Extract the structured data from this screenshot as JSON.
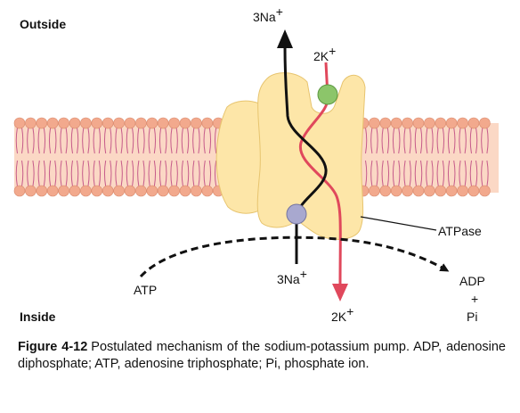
{
  "diagram": {
    "outside_label": "Outside",
    "inside_label": "Inside",
    "na_top_label": "3Na",
    "na_top_sup": "+",
    "k_top_label": "2K",
    "k_top_sup": "+",
    "na_bottom_label": "3Na",
    "na_bottom_sup": "+",
    "k_bottom_label": "2K",
    "k_bottom_sup": "+",
    "atpase_label": "ATPase",
    "atp_label": "ATP",
    "adp_label": "ADP",
    "plus_label": "+",
    "pi_label": "Pi",
    "colors": {
      "protein": "#fde6a8",
      "protein_stroke": "#e7c46f",
      "lipid_head": "#f2a98d",
      "lipid_tail": "#c65b8a",
      "membrane_band": "#fbd8c5",
      "k_path": "#e0485c",
      "na_path": "#111111",
      "k_site": "#8cc56a",
      "na_site": "#a8a8cf"
    }
  },
  "caption": {
    "figure_label": "Figure 4-12",
    "text": "Postulated mechanism of the sodium-potassium pump. ADP, adenosine diphosphate; ATP, adenosine triphosphate; Pi, phosphate ion."
  }
}
